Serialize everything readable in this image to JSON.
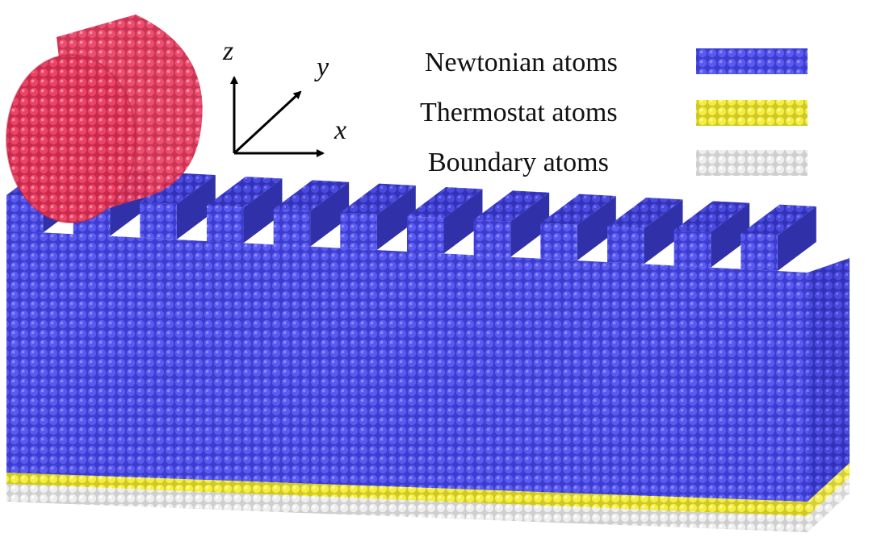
{
  "legend": {
    "items": [
      {
        "label": "Newtonian atoms",
        "color": "#4646e6"
      },
      {
        "label": "Thermostat atoms",
        "color": "#f2ec3a"
      },
      {
        "label": "Boundary atoms",
        "color": "#ececec"
      }
    ]
  },
  "axes": {
    "z": "z",
    "y": "y",
    "x": "x"
  },
  "colors": {
    "tool": "#e63c5f",
    "newtonian": "#4646e6",
    "thermostat": "#f2ec3a",
    "boundary": "#ececec"
  },
  "grooves": {
    "teeth_count": 12
  }
}
